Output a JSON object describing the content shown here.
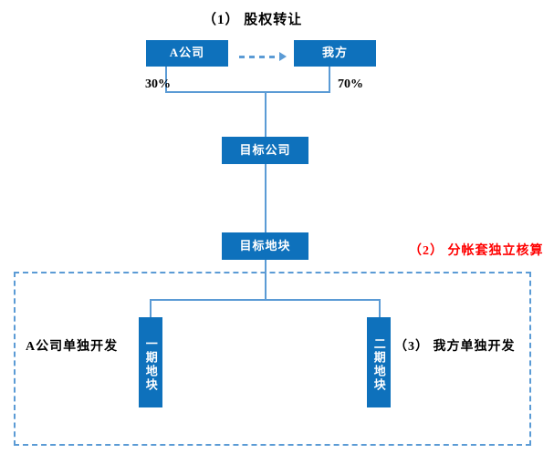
{
  "diagram": {
    "title_step1": "（1） 股权转让",
    "nodes": {
      "company_a": "A公司",
      "our_side": "我方",
      "target_company": "目标公司",
      "target_land": "目标地块",
      "phase_one_land": "一期地块",
      "phase_two_land": "二期地块"
    },
    "ownership": {
      "left_percent": "30%",
      "right_percent": "70%"
    },
    "annotations": {
      "step2_red": "（2） 分帐套独立核算",
      "left_development": "A公司单独开发",
      "step3_right_development": "（3） 我方单独开发"
    },
    "colors": {
      "node_fill": "#0E71BC",
      "connector": "#5B9BD5",
      "highlight_red": "#FF0000",
      "background": "#FFFFFF",
      "node_text": "#FFFFFF"
    }
  }
}
